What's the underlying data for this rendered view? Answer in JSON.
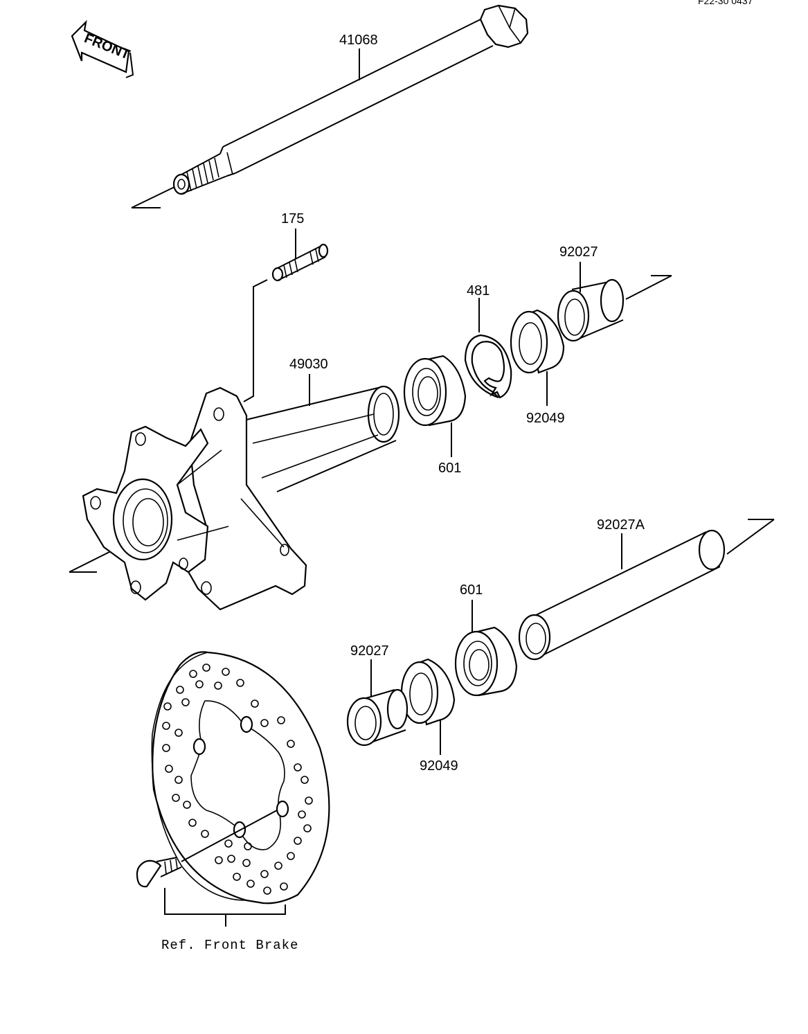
{
  "diagram": {
    "sheet_code": "F22-30 0437",
    "front_arrow_text": "FRONT",
    "labels": {
      "axle": "41068",
      "stud": "175",
      "hub": "49030",
      "collar_top": "92027",
      "circlip": "481",
      "seal_top": "92049",
      "bearing_top": "601",
      "spacer": "92027A",
      "bearing_bottom": "601",
      "collar_bottom": "92027",
      "seal_bottom": "92049"
    },
    "reference_note": "Ref. Front Brake"
  }
}
